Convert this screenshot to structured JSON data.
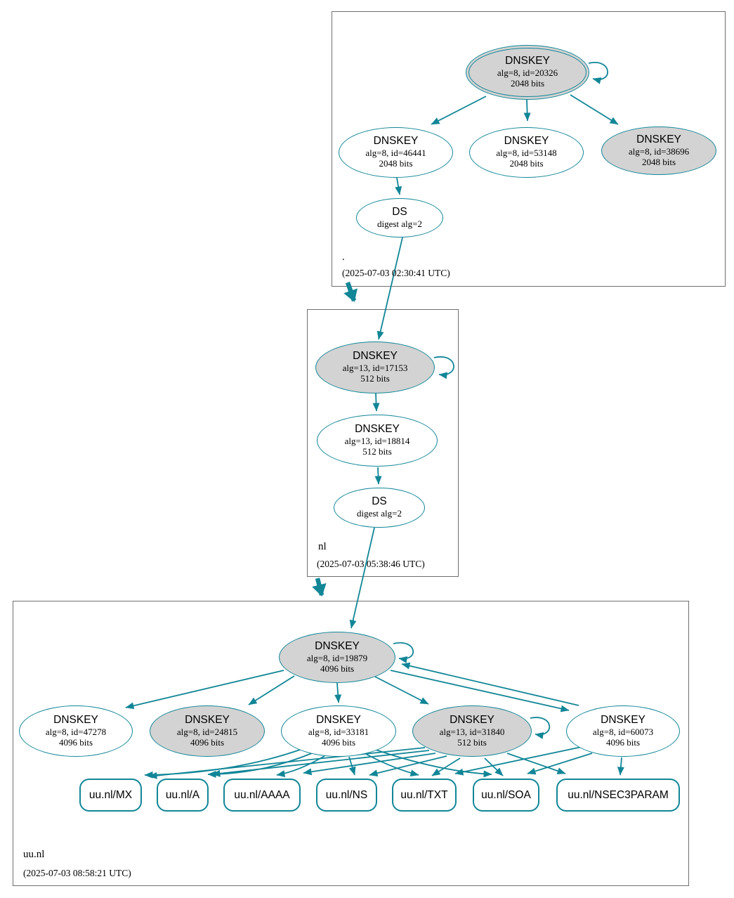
{
  "colors": {
    "edge": "#118697",
    "node_border": "#118697",
    "sep_key_fill": "#d3d3d3",
    "plain_fill": "#ffffff",
    "zone_box_border": "#6f6f6f",
    "text": "#000000"
  },
  "root": {
    "label": ".",
    "timestamp": "(2025-07-03 02:30:41 UTC)",
    "ksk": {
      "title": "DNSKEY",
      "alg": "alg=8, id=20326",
      "bits": "2048 bits"
    },
    "zsk1": {
      "title": "DNSKEY",
      "alg": "alg=8, id=46441",
      "bits": "2048 bits"
    },
    "zsk2": {
      "title": "DNSKEY",
      "alg": "alg=8, id=53148",
      "bits": "2048 bits"
    },
    "ksk2": {
      "title": "DNSKEY",
      "alg": "alg=8, id=38696",
      "bits": "2048 bits"
    },
    "ds": {
      "title": "DS",
      "digest": "digest alg=2"
    }
  },
  "nl": {
    "label": "nl",
    "timestamp": "(2025-07-03 05:38:46 UTC)",
    "ksk": {
      "title": "DNSKEY",
      "alg": "alg=13, id=17153",
      "bits": "512 bits"
    },
    "zsk": {
      "title": "DNSKEY",
      "alg": "alg=13, id=18814",
      "bits": "512 bits"
    },
    "ds": {
      "title": "DS",
      "digest": "digest alg=2"
    }
  },
  "uunl": {
    "label": "uu.nl",
    "timestamp": "(2025-07-03 08:58:21 UTC)",
    "ksk": {
      "title": "DNSKEY",
      "alg": "alg=8, id=19879",
      "bits": "4096 bits"
    },
    "key1": {
      "title": "DNSKEY",
      "alg": "alg=8, id=47278",
      "bits": "4096 bits"
    },
    "key2": {
      "title": "DNSKEY",
      "alg": "alg=8, id=24815",
      "bits": "4096 bits"
    },
    "key3": {
      "title": "DNSKEY",
      "alg": "alg=8, id=33181",
      "bits": "4096 bits"
    },
    "key4": {
      "title": "DNSKEY",
      "alg": "alg=13, id=31840",
      "bits": "512 bits"
    },
    "key5": {
      "title": "DNSKEY",
      "alg": "alg=8, id=60073",
      "bits": "4096 bits"
    },
    "rrsets": [
      "uu.nl/MX",
      "uu.nl/A",
      "uu.nl/AAAA",
      "uu.nl/NS",
      "uu.nl/TXT",
      "uu.nl/SOA",
      "uu.nl/NSEC3PARAM"
    ]
  }
}
